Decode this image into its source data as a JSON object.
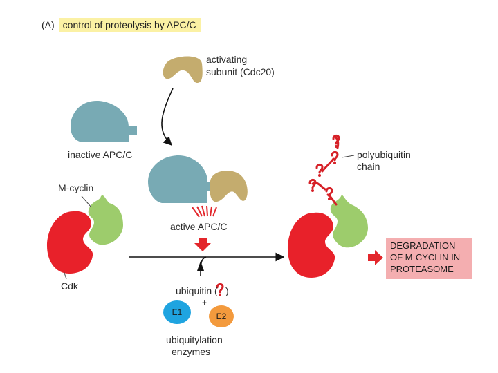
{
  "panel": {
    "letter": "(A)",
    "title": "control of proteolysis by APC/C"
  },
  "labels": {
    "activating_line1": "activating",
    "activating_line2": "subunit (Cdc20)",
    "inactive_apcc": "inactive APC/C",
    "active_apcc": "active APC/C",
    "m_cyclin": "M-cyclin",
    "cdk": "Cdk",
    "polyubiquitin_line1": "polyubiquitin",
    "polyubiquitin_line2": "chain",
    "ubiquitin_prefix": "ubiquitin (",
    "ubiquitin_suffix": ")",
    "plus": "+",
    "e1": "E1",
    "e2": "E2",
    "enzymes_line1": "ubiquitylation",
    "enzymes_line2": "enzymes"
  },
  "degradation": {
    "line1": "DEGRADATION",
    "line2": "OF M-CYCLIN IN",
    "line3": "PROTEASOME"
  },
  "colors": {
    "apcc": "#78aab4",
    "cdc20": "#c4ac6e",
    "cdk": "#e8212a",
    "m_cyclin": "#9dcc6c",
    "e1": "#1fa4e0",
    "e2": "#f39a3d",
    "ubiquitin": "#d62027",
    "arrow_red": "#e3262b",
    "highlight": "#fbf1a4",
    "degradation_box": "#f4aeb0"
  }
}
